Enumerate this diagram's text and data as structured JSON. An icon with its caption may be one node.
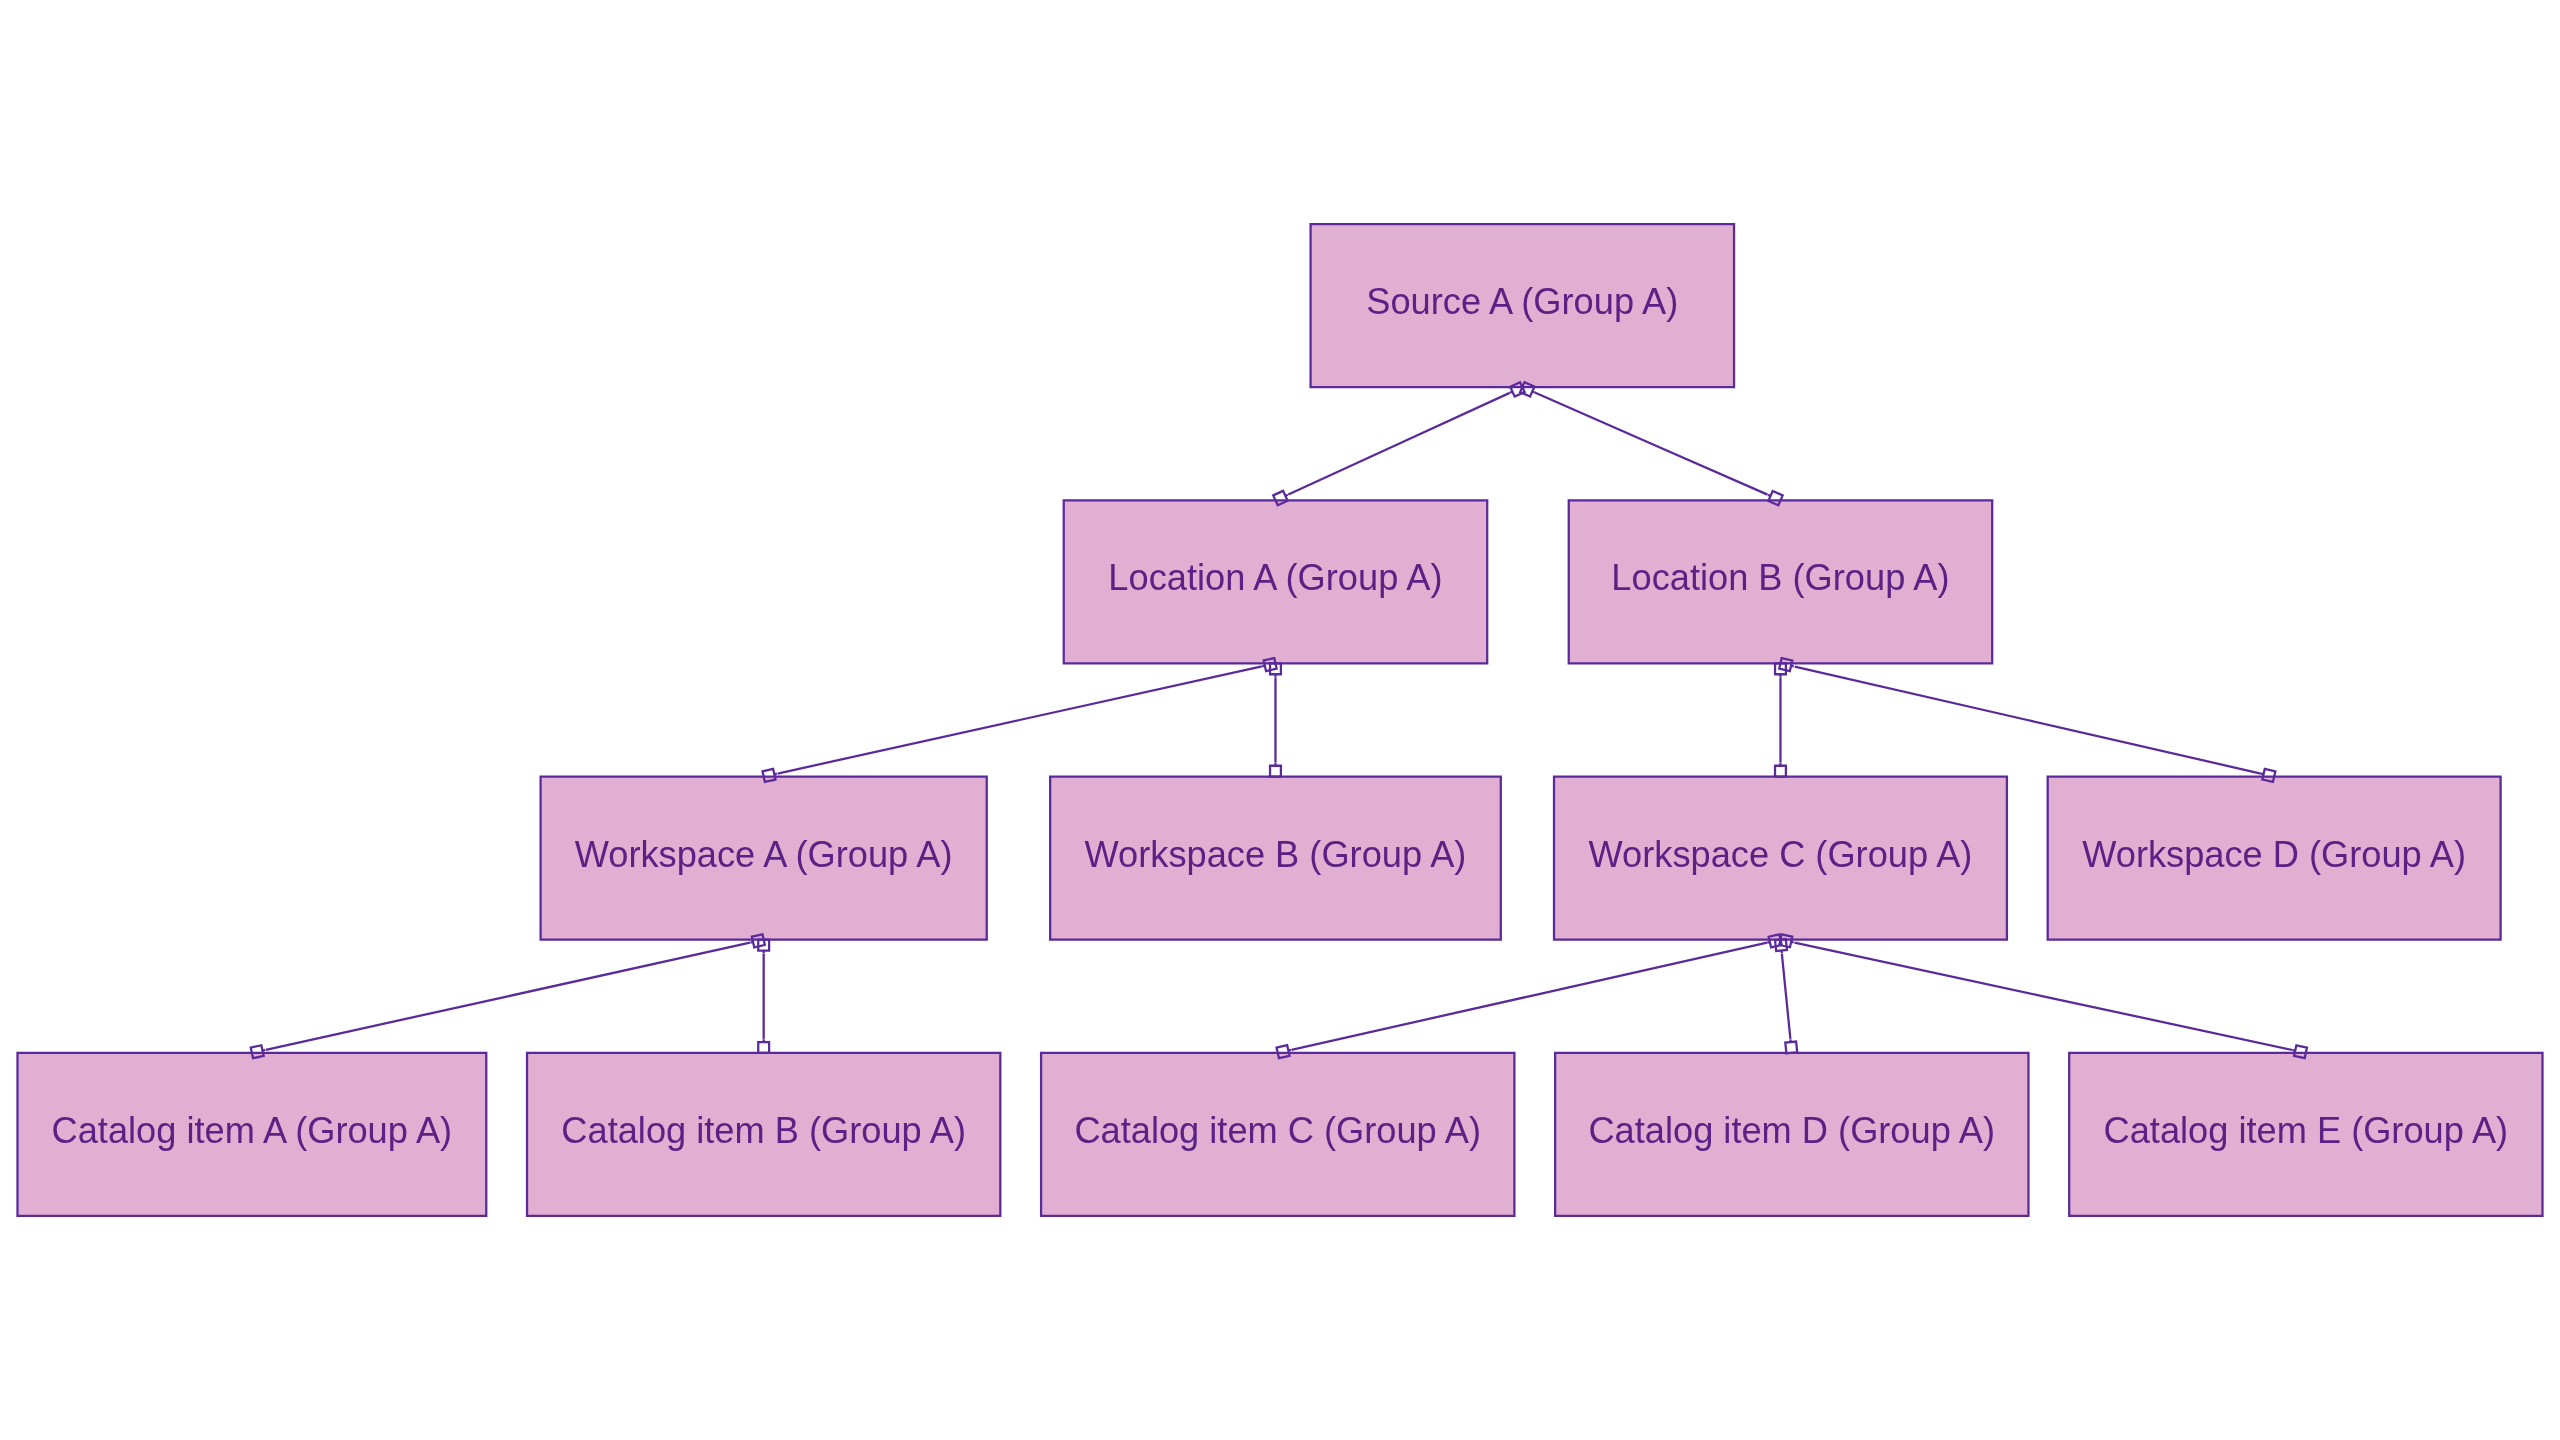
{
  "diagram": {
    "nodes": [
      {
        "text": [
          "Source A (Group A)"
        ]
      },
      {
        "text": [
          "Location A (Group A)"
        ]
      },
      {
        "text": [
          "Location B (Group A)"
        ]
      },
      {
        "text": [
          "Workspace A (Group A)"
        ]
      },
      {
        "text": [
          "Workspace B (Group A)"
        ]
      },
      {
        "text": [
          "Workspace C (Group A)"
        ]
      },
      {
        "text": [
          "Workspace D (Group A)"
        ]
      },
      {
        "text": [
          "Catalog item A (Group A)"
        ]
      },
      {
        "text": [
          "Catalog item B (Group A)"
        ]
      },
      {
        "text": [
          "Catalog item C (Group A)"
        ]
      },
      {
        "text": [
          "Catalog item D (Group A)"
        ]
      },
      {
        "text": [
          "Catalog item E (Group A)"
        ]
      }
    ],
    "edges": [
      {
        "from": 0,
        "to": 1,
        "arrow": "other"
      },
      {
        "from": 0,
        "to": 2,
        "arrow": "other"
      },
      {
        "from": 1,
        "to": 3,
        "arrow": "other"
      },
      {
        "from": 1,
        "to": 4,
        "arrow": "other"
      },
      {
        "from": 2,
        "to": 5,
        "arrow": "other"
      },
      {
        "from": 2,
        "to": 6,
        "arrow": "other"
      },
      {
        "from": 3,
        "to": 7,
        "arrow": "other"
      },
      {
        "from": 3,
        "to": 8,
        "arrow": "other"
      },
      {
        "from": 5,
        "to": 9,
        "arrow": "other"
      },
      {
        "from": 5,
        "to": 10,
        "arrow": "other"
      },
      {
        "from": 5,
        "to": 11,
        "arrow": "other"
      }
    ]
  }
}
